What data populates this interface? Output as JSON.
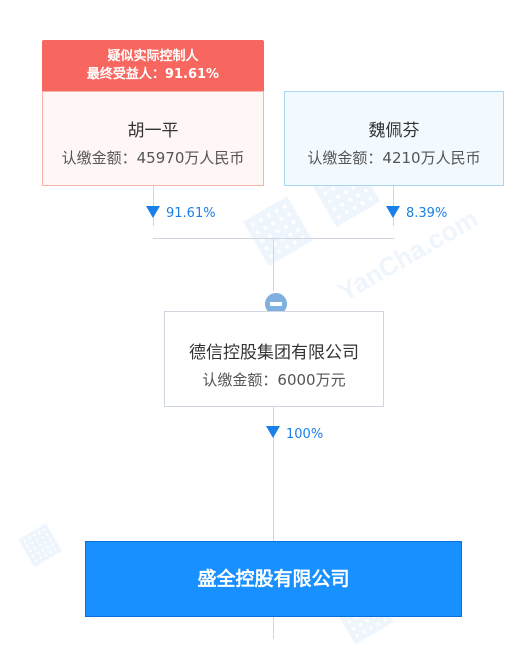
{
  "actual_controller": {
    "tag_line1": "疑似实际控制人",
    "tag_line2": "最终受益人：91.61%"
  },
  "shareholders": [
    {
      "name": "胡一平",
      "amount": "认缴金额：45970万人民币",
      "percent": "91.61%",
      "color": "#f7665f"
    },
    {
      "name": "魏佩芬",
      "amount": "认缴金额：4210万人民币",
      "percent": "8.39%",
      "color": "#a9d6f5"
    }
  ],
  "intermediate": {
    "name": "德信控股集团有限公司",
    "amount": "认缴金额：6000万元",
    "percent": "100%"
  },
  "target": {
    "name": "盛全控股有限公司"
  },
  "colors": {
    "accent": "#1890ff",
    "controller": "#f7665f"
  },
  "icons": {
    "collapse": "collapse-minus-icon",
    "arrow": "down-arrow-icon"
  }
}
